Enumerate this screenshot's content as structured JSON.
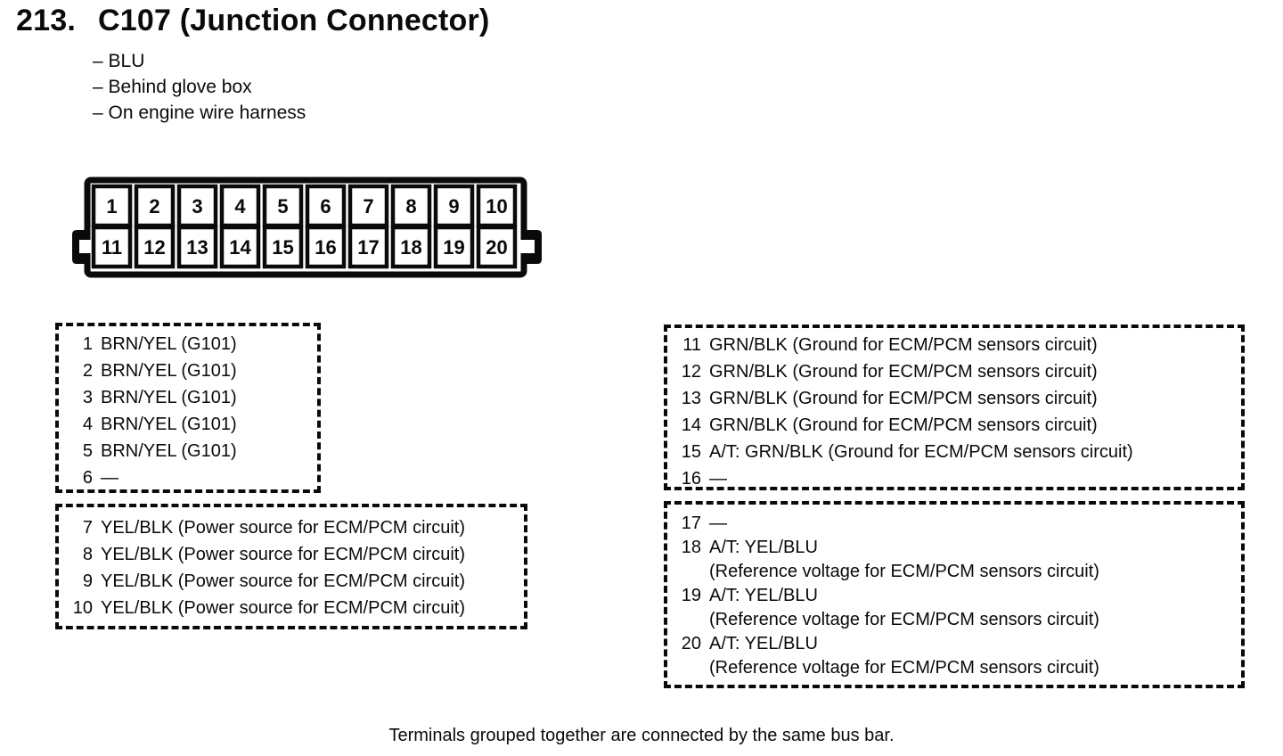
{
  "page": {
    "title_number": "213.",
    "title": "C107 (Junction Connector)",
    "notes": [
      "– BLU",
      "– Behind glove box",
      "– On engine wire harness"
    ],
    "footer": "Terminals grouped together are connected by the same bus bar."
  },
  "colors": {
    "ink": "#0a0a0a",
    "paper": "#ffffff"
  },
  "connector": {
    "terminals": [
      "1",
      "2",
      "3",
      "4",
      "5",
      "6",
      "7",
      "8",
      "9",
      "10",
      "11",
      "12",
      "13",
      "14",
      "15",
      "16",
      "17",
      "18",
      "19",
      "20"
    ]
  },
  "groups": [
    {
      "name": "pins 1-6",
      "pins": [
        {
          "num": "1",
          "label": "BRN/YEL (G101)"
        },
        {
          "num": "2",
          "label": "BRN/YEL (G101)"
        },
        {
          "num": "3",
          "label": "BRN/YEL (G101)"
        },
        {
          "num": "4",
          "label": "BRN/YEL (G101)"
        },
        {
          "num": "5",
          "label": "BRN/YEL (G101)"
        },
        {
          "num": "6",
          "label": "—"
        }
      ]
    },
    {
      "name": "pins 7-10",
      "pins": [
        {
          "num": "7",
          "label": "YEL/BLK (Power source for ECM/PCM circuit)"
        },
        {
          "num": "8",
          "label": "YEL/BLK (Power source for ECM/PCM circuit)"
        },
        {
          "num": "9",
          "label": "YEL/BLK (Power source for ECM/PCM circuit)"
        },
        {
          "num": "10",
          "label": "YEL/BLK (Power source for ECM/PCM circuit)"
        }
      ]
    },
    {
      "name": "pins 11-16",
      "pins": [
        {
          "num": "11",
          "label": "GRN/BLK (Ground for ECM/PCM sensors circuit)"
        },
        {
          "num": "12",
          "label": "GRN/BLK (Ground for ECM/PCM sensors circuit)"
        },
        {
          "num": "13",
          "label": "GRN/BLK (Ground for ECM/PCM sensors circuit)"
        },
        {
          "num": "14",
          "label": "GRN/BLK (Ground for ECM/PCM sensors circuit)"
        },
        {
          "num": "15",
          "label": "A/T: GRN/BLK (Ground for ECM/PCM sensors circuit)"
        },
        {
          "num": "16",
          "label": "—"
        }
      ]
    },
    {
      "name": "pins 17-20",
      "pins": [
        {
          "num": "17",
          "label": "—"
        },
        {
          "num": "18",
          "label": "A/T: YEL/BLU",
          "label2": "(Reference voltage for ECM/PCM sensors circuit)"
        },
        {
          "num": "19",
          "label": "A/T: YEL/BLU",
          "label2": "(Reference voltage for ECM/PCM sensors circuit)"
        },
        {
          "num": "20",
          "label": "A/T: YEL/BLU",
          "label2": "(Reference voltage for ECM/PCM sensors circuit)"
        }
      ]
    }
  ]
}
